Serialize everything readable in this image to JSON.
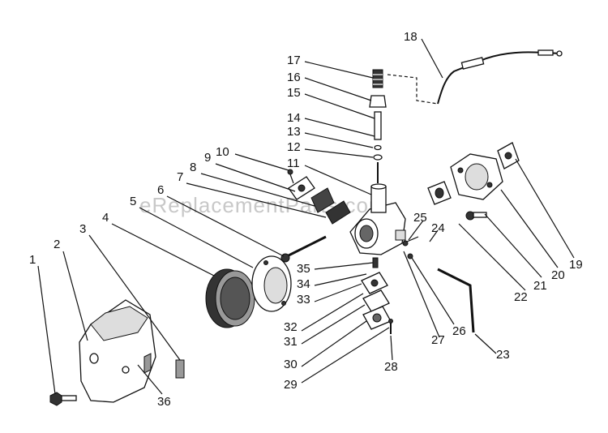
{
  "watermark": "eReplacementParts.com",
  "callouts": [
    "1",
    "2",
    "3",
    "4",
    "5",
    "6",
    "7",
    "8",
    "9",
    "10",
    "11",
    "12",
    "13",
    "14",
    "15",
    "16",
    "17",
    "18",
    "19",
    "20",
    "21",
    "22",
    "23",
    "24",
    "25",
    "26",
    "27",
    "28",
    "29",
    "30",
    "31",
    "32",
    "33",
    "34",
    "35",
    "36"
  ]
}
